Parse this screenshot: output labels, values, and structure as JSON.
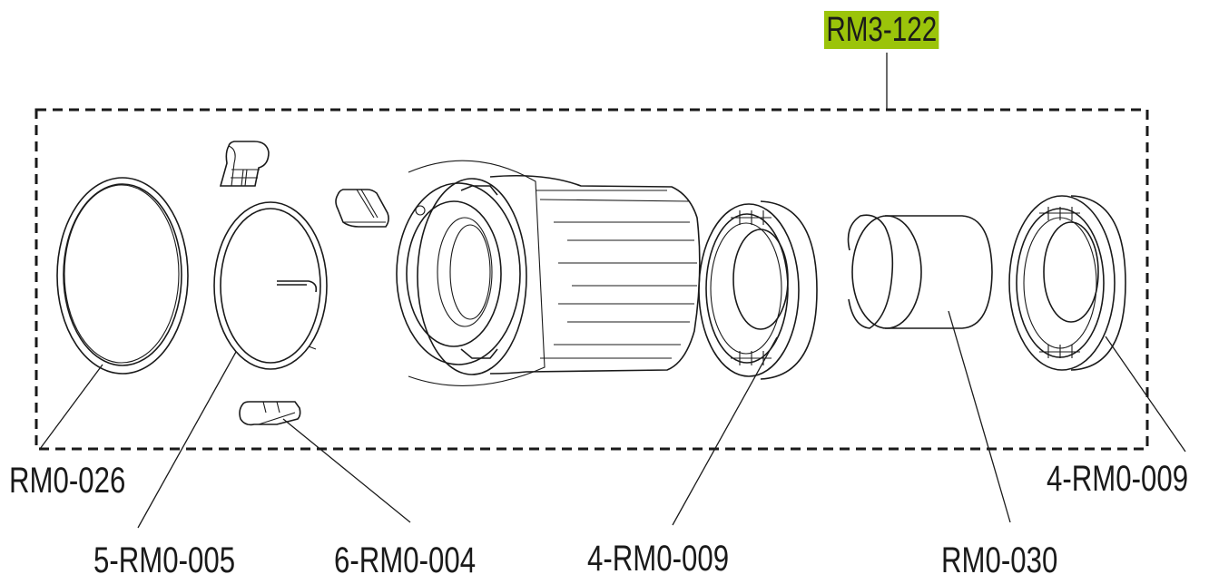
{
  "diagram": {
    "title": "Freehub body exploded view",
    "assembly": {
      "part_number": "RM3-122",
      "highlight_color": "#9bc40a"
    },
    "parts": [
      {
        "id": "snap-ring",
        "part_number": "RM0-026"
      },
      {
        "id": "pawl-spring",
        "part_number": "5-RM0-005"
      },
      {
        "id": "pawls",
        "part_number": "6-RM0-004"
      },
      {
        "id": "bearing-left",
        "part_number": "4-RM0-009"
      },
      {
        "id": "spacer",
        "part_number": "RM0-030"
      },
      {
        "id": "bearing-right",
        "part_number": "4-RM0-009"
      }
    ],
    "line_color": "#1a1a1a"
  }
}
